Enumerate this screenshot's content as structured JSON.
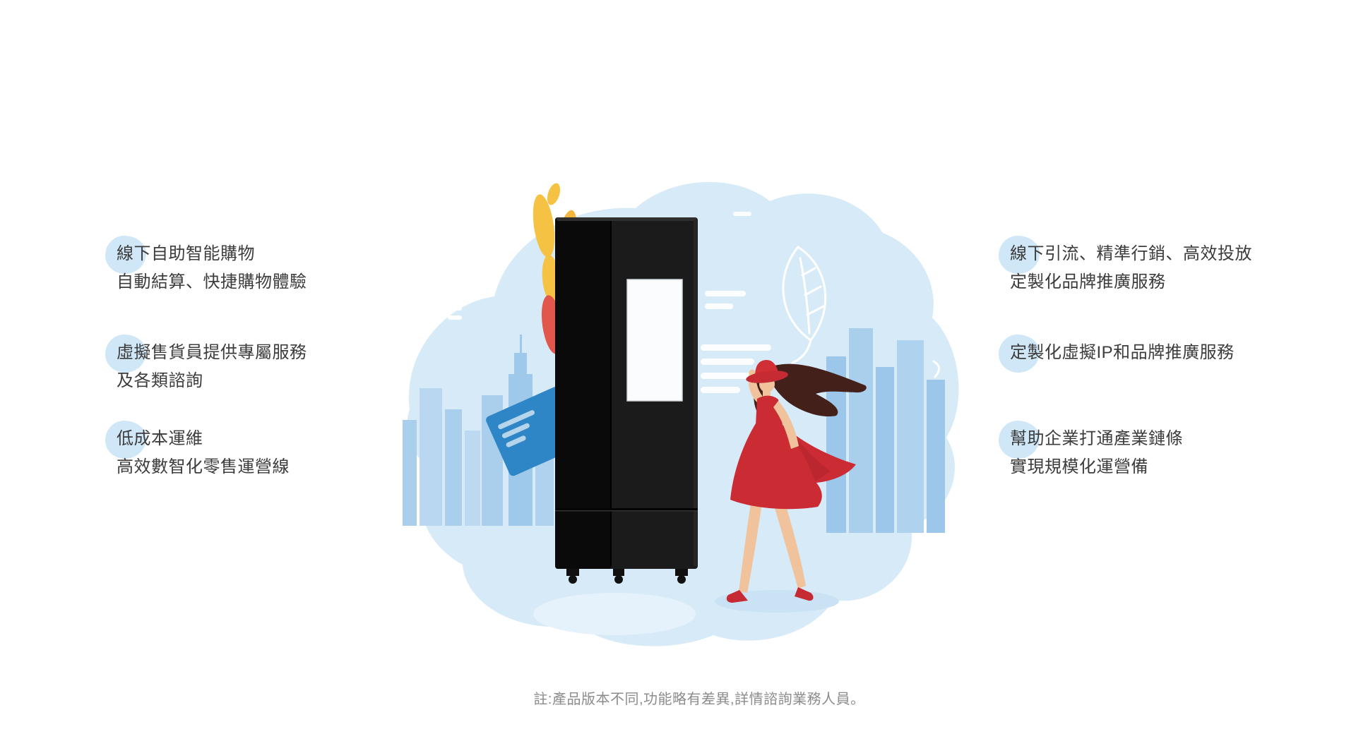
{
  "note": {
    "text": "註:產品版本不同,功能略有差異,詳情諮詢業務人員。"
  },
  "features_left": [
    {
      "lines": [
        "線下自助智能購物",
        "自動結算、快捷購物體驗"
      ]
    },
    {
      "lines": [
        "虛擬售貨員提供專屬服務",
        "及各類諮詢"
      ]
    },
    {
      "lines": [
        "低成本運維",
        "高效數智化零售運營線"
      ]
    }
  ],
  "features_right": [
    {
      "lines": [
        "線下引流、精準行銷、高效投放",
        "定製化品牌推廣服務"
      ]
    },
    {
      "lines": [
        "定製化虛擬IP和品牌推廣服務"
      ]
    },
    {
      "lines": [
        "幫助企業打通產業鏈條",
        "實現規模化運營備"
      ]
    }
  ],
  "illustration": {
    "description": "smart vending cabinet with woman in red dress against city skyline",
    "elements": [
      "background-blob",
      "city-skyline-left",
      "city-skyline-right",
      "smart-vending-cabinet",
      "cabinet-screen",
      "blue-signboard",
      "autumn-leaves",
      "leaf-outline",
      "text-lines",
      "woman-in-red-dress",
      "ground-shadows"
    ]
  },
  "colors": {
    "highlight_blob": "#cfe7f7",
    "illustration_background": "#d7eaf8",
    "skyline_blue": "#a9cfec",
    "machine_body": "#161616",
    "accent_red": "#cb2b33",
    "signboard_blue": "#2e86c7",
    "leaf_yellow": "#f6c243",
    "text_primary": "#3c3c3c",
    "note_gray": "#8c8c8c"
  }
}
